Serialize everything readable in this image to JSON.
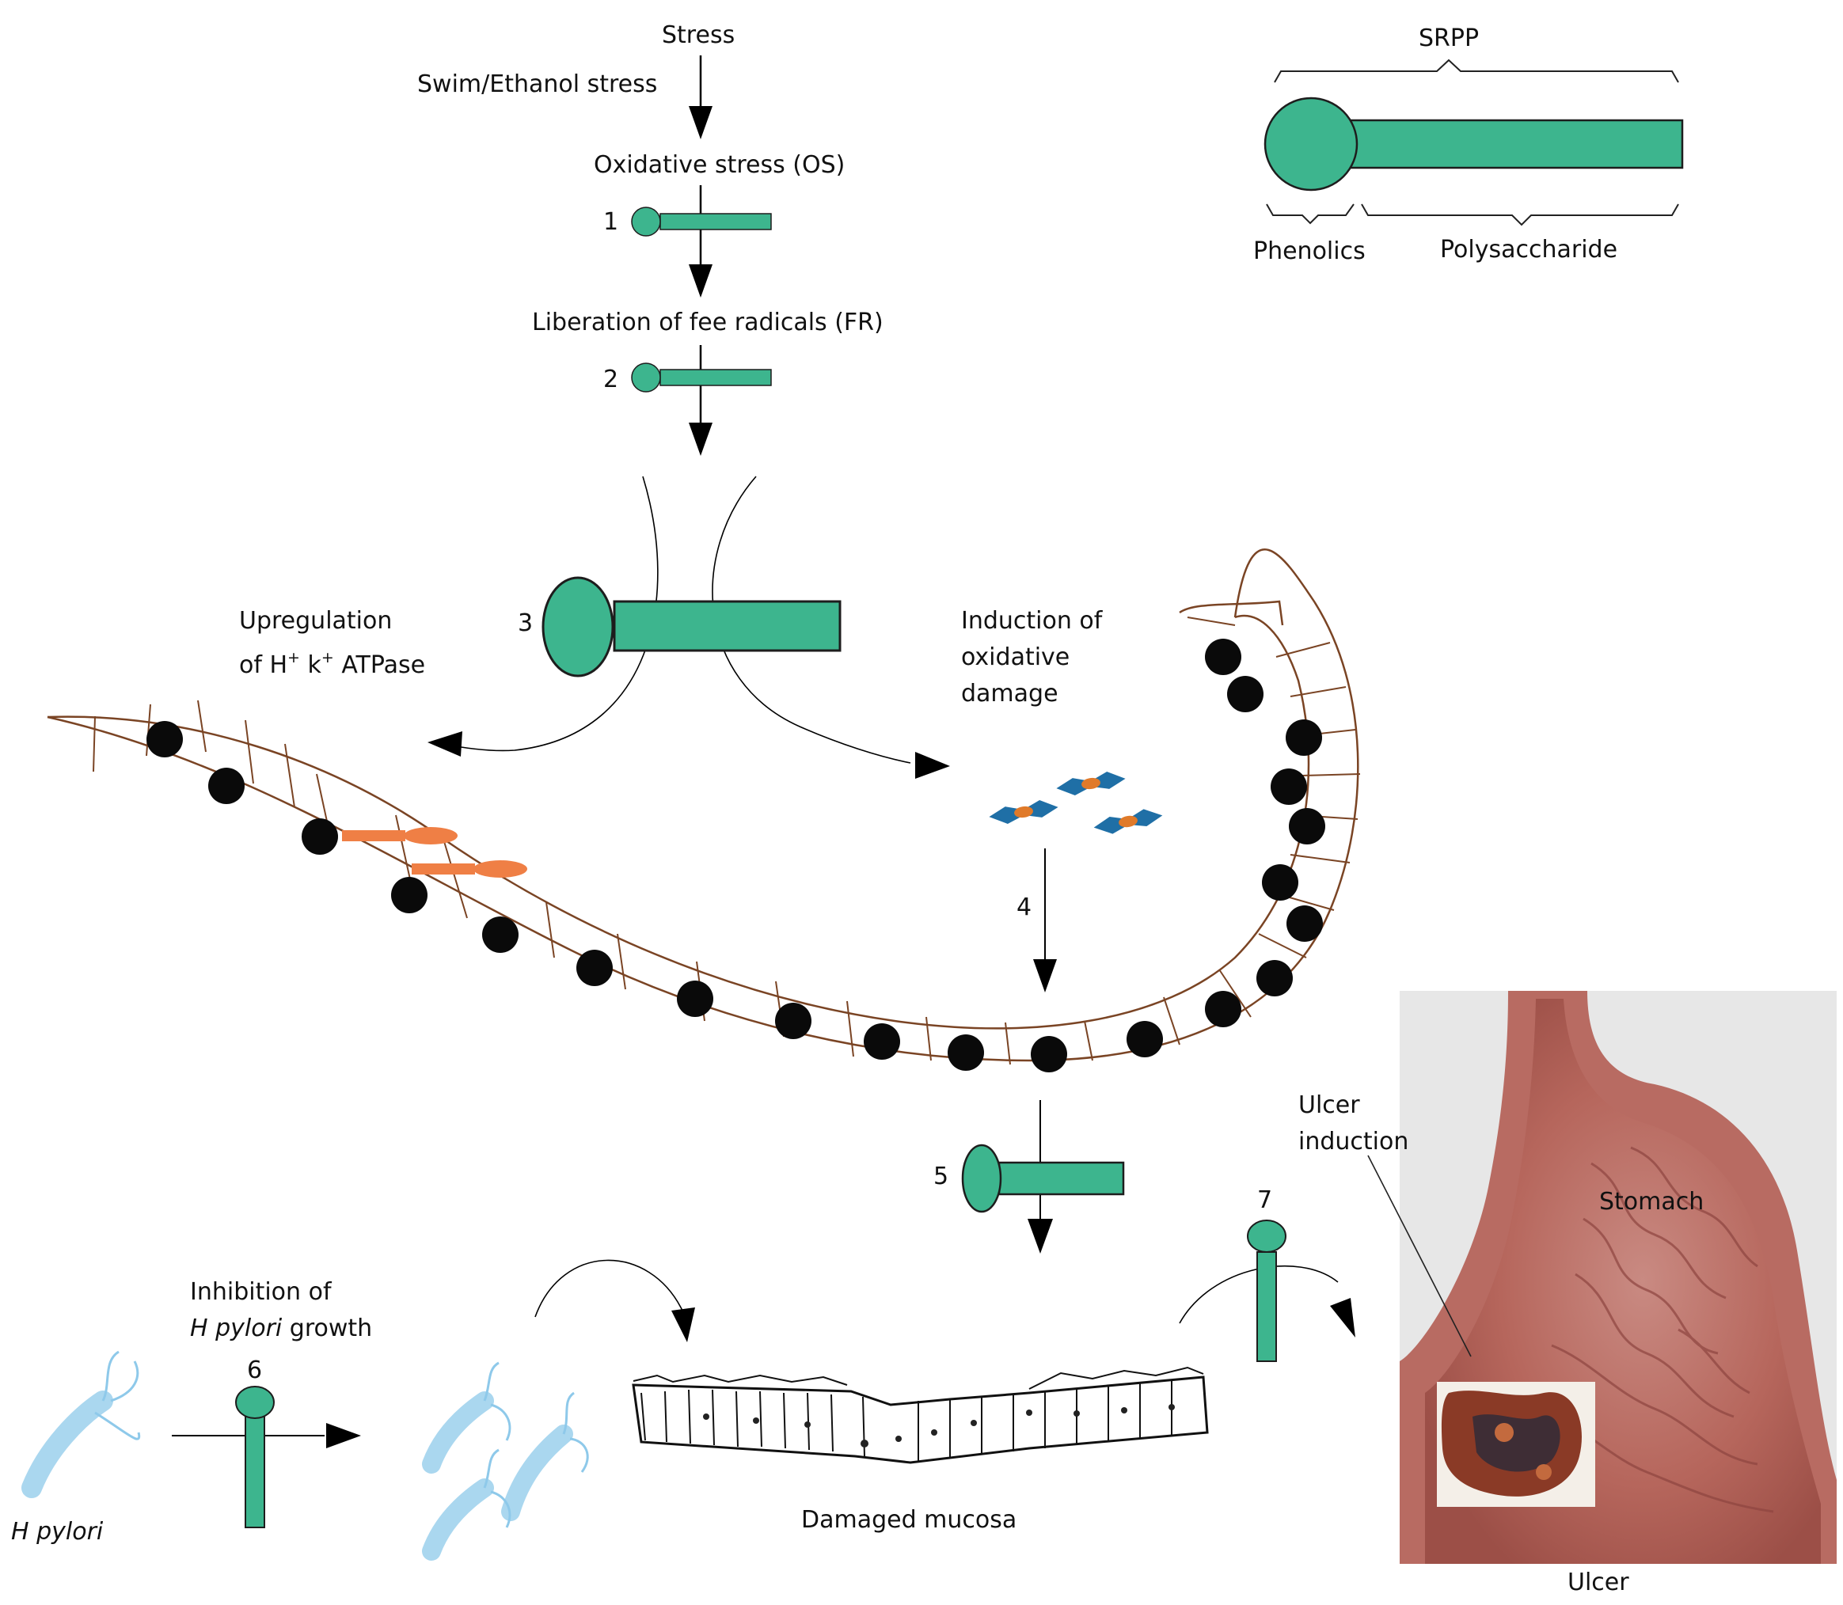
{
  "colors": {
    "srpp": "#3db58e",
    "srpp_outline": "#1d1d1d",
    "arrow": "#000000",
    "cell_border": "#7a4424",
    "nucleus": "#0a0a0a",
    "enzyme": "#ef7f45",
    "damage_blue": "#1f6fa6",
    "damage_orange": "#e07a2a",
    "bacteria": "#8ec9ea",
    "stomach_wall": "#b86b62",
    "photo_bg": "#e7e7e7"
  },
  "labels": {
    "stress": "Stress",
    "swim_ethanol": "Swim/Ethanol stress",
    "oxidative_stress": "Oxidative stress (OS)",
    "liberation": "Liberation of fee radicals (FR)",
    "srpp": "SRPP",
    "phenolics": "Phenolics",
    "polysaccharide": "Polysaccharide",
    "upregulation_line1": "Upregulation",
    "upregulation_of": "of H",
    "upregulation_sup1": "+",
    "upregulation_k": " k",
    "upregulation_sup2": "+",
    "upregulation_atpase": " ATPase",
    "induction_line1": "Induction of",
    "induction_line2": "oxidative",
    "induction_line3": "damage",
    "ulcer_induction_line1": "Ulcer",
    "ulcer_induction_line2": "induction",
    "stomach": "Stomach",
    "ulcer": "Ulcer",
    "inhibition_line1": "Inhibition of",
    "inhibition_italic": "H pylori",
    "inhibition_rest": " growth",
    "h_pylori": "H pylori",
    "damaged_mucosa": "Damaged mucosa"
  },
  "steps": {
    "s1": "1",
    "s2": "2",
    "s3": "3",
    "s4": "4",
    "s5": "5",
    "s6": "6",
    "s7": "7"
  },
  "icons": {
    "srpp_molecule": "srpp-molecule-icon",
    "h_pylori_bacterium": "h-pylori-bacterium-icon",
    "free_radical": "free-radical-icon",
    "proton_pump": "proton-pump-icon",
    "stomach_photo": "stomach-illustration"
  }
}
